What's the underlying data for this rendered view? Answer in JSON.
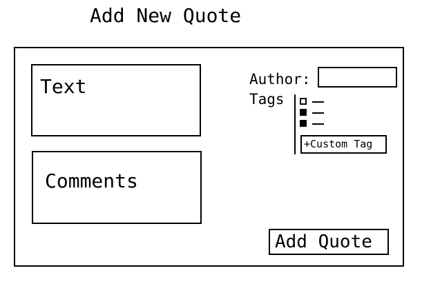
{
  "page": {
    "title": "Add New Quote"
  },
  "form": {
    "text_field": {
      "placeholder": "Text",
      "value": ""
    },
    "comments_field": {
      "placeholder": "Comments",
      "value": ""
    },
    "author": {
      "label": "Author:",
      "value": ""
    },
    "tags": {
      "label": "Tags",
      "items": [
        {
          "checked": false
        },
        {
          "checked": true
        },
        {
          "checked": true
        }
      ],
      "custom_tag_label": "+Custom Tag"
    },
    "submit_label": "Add Quote"
  }
}
